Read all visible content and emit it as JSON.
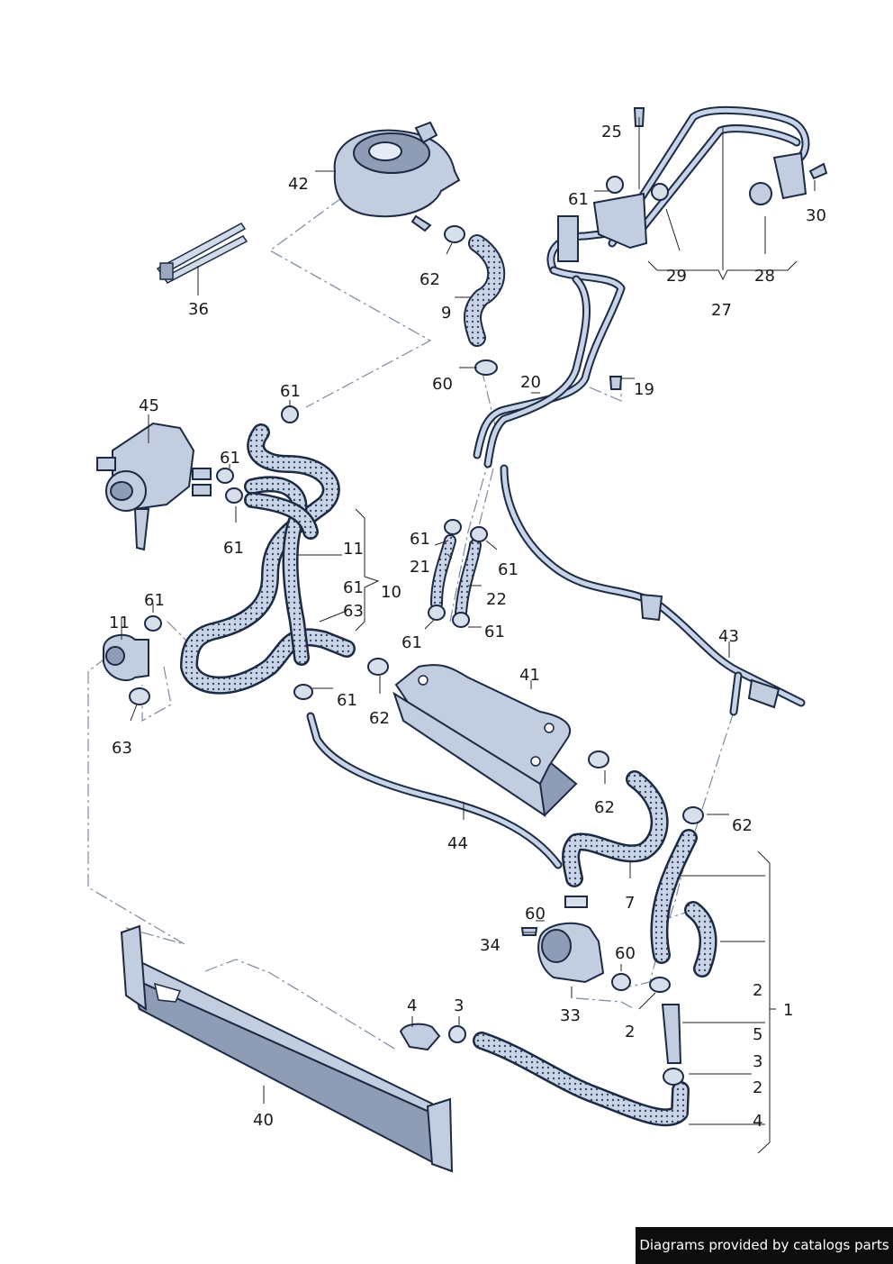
{
  "footer": {
    "credit": "Diagrams provided by catalogs parts"
  },
  "labels": {
    "l1": "1",
    "l2a": "2",
    "l2b": "2",
    "l2c": "2",
    "l3a": "3",
    "l3b": "3",
    "l4a": "4",
    "l4b": "4",
    "l5": "5",
    "l7": "7",
    "l9": "9",
    "l10": "10",
    "l11a": "11",
    "l11b": "11",
    "l19": "19",
    "l20": "20",
    "l21": "21",
    "l22": "22",
    "l25": "25",
    "l27": "27",
    "l28": "28",
    "l29": "29",
    "l30": "30",
    "l33": "33",
    "l34": "34",
    "l36": "36",
    "l40": "40",
    "l41": "41",
    "l42": "42",
    "l43": "43",
    "l44": "44",
    "l45": "45",
    "l60a": "60",
    "l60b": "60",
    "l60c": "60",
    "l61a": "61",
    "l61b": "61",
    "l61c": "61",
    "l61d": "61",
    "l61e": "61",
    "l61f": "61",
    "l61g": "61",
    "l61h": "61",
    "l61i": "61",
    "l61j": "61",
    "l61k": "61",
    "l62a": "62",
    "l62b": "62",
    "l62c": "62",
    "l62d": "62",
    "l63a": "63",
    "l63b": "63"
  },
  "colors": {
    "outline": "#1c2a44",
    "part_fill": "#c2cde0",
    "dashed_line": "#7a8aa0",
    "badge_bg": "#0d0d0d",
    "badge_text": "#ffffff"
  }
}
